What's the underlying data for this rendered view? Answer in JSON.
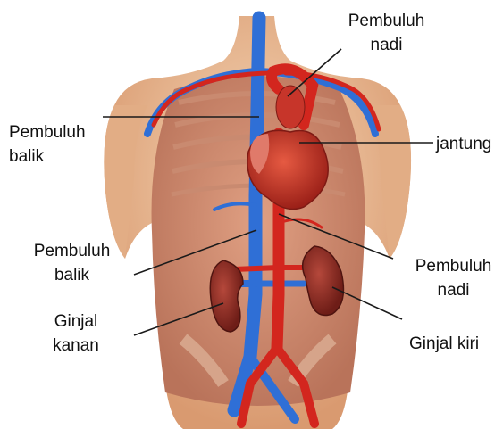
{
  "labels": {
    "artery_top": [
      "Pembuluh",
      "nadi"
    ],
    "vein_top": [
      "Pembuluh",
      "balik"
    ],
    "heart": "jantung",
    "vein_mid": [
      "Pembuluh",
      "balik"
    ],
    "artery_mid": [
      "Pembuluh",
      "nadi"
    ],
    "kidney_right": [
      "Ginjal",
      "kanan"
    ],
    "kidney_left": "Ginjal kiri"
  },
  "colors": {
    "artery": "#d3261e",
    "vein": "#2f6fd6",
    "skin": "#f0c7a0",
    "heart": "#c7352a",
    "kidney": "#8a2a22",
    "leader_line": "#1a1a1a"
  }
}
